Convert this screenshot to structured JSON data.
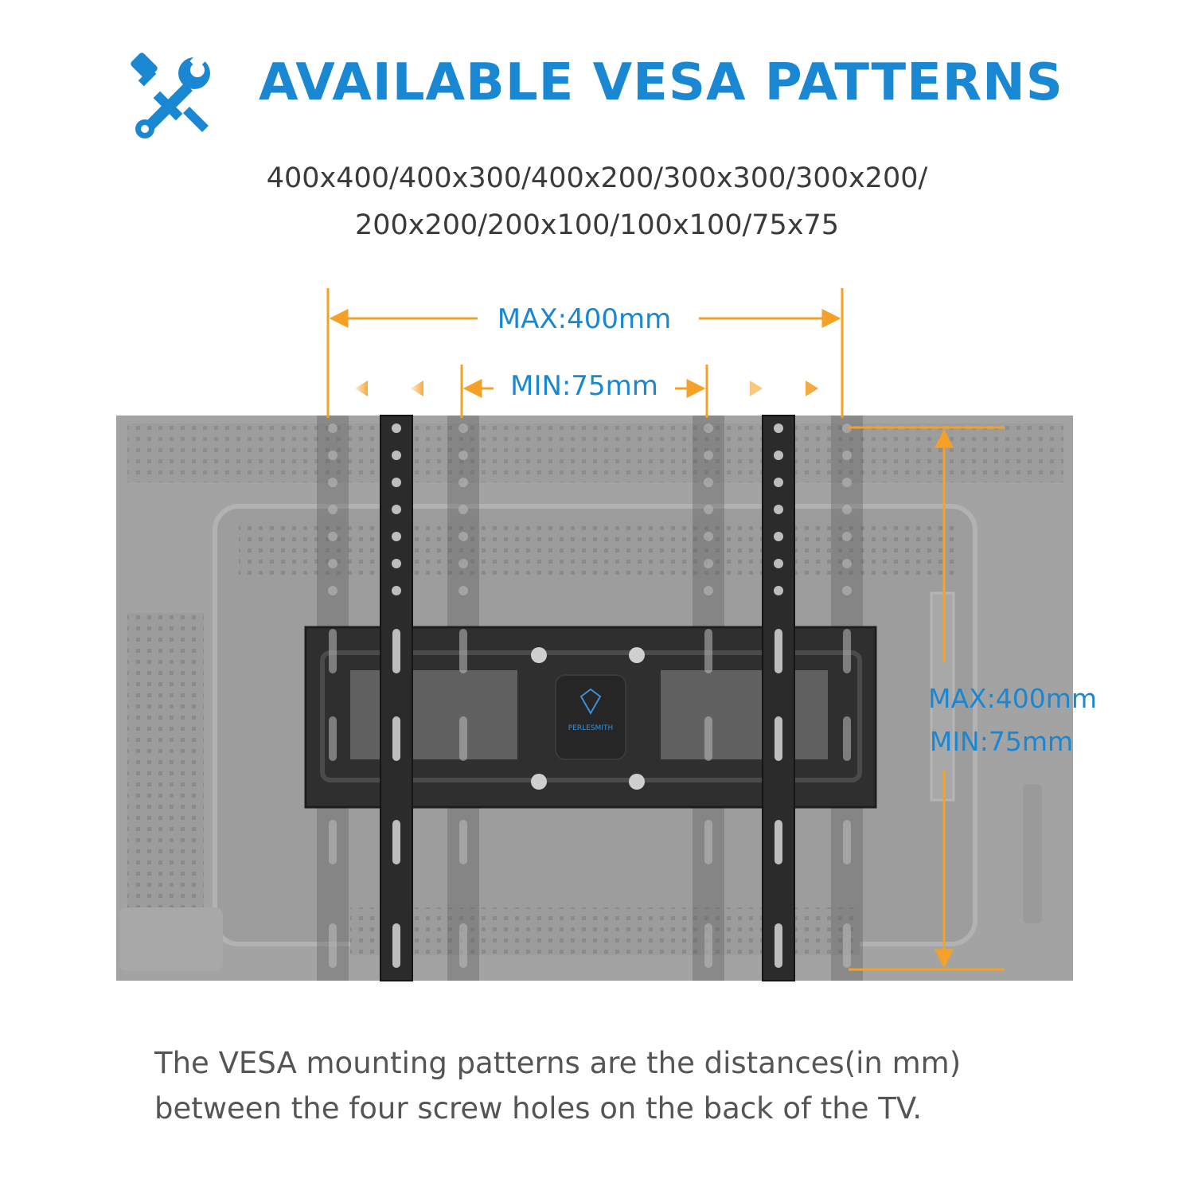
{
  "header": {
    "title": "AVAILABLE VESA PATTERNS",
    "icon": "wrench-screwdriver-icon",
    "accent_color": "#1a87d3"
  },
  "patterns": {
    "line1": "400x400/400x300/400x200/300x300/300x200/",
    "line2": "200x200/200x100/100x100/75x75"
  },
  "diagram": {
    "width_max": "MAX:400mm",
    "width_min": "MIN:75mm",
    "height_max": "MAX:400mm",
    "height_min": "MIN:75mm",
    "brand": "PERLESMITH",
    "dimension_color": "#f5a128"
  },
  "caption": {
    "line1": "The VESA mounting patterns are the distances(in mm)",
    "line2": "between the four screw holes on the back of the TV."
  }
}
